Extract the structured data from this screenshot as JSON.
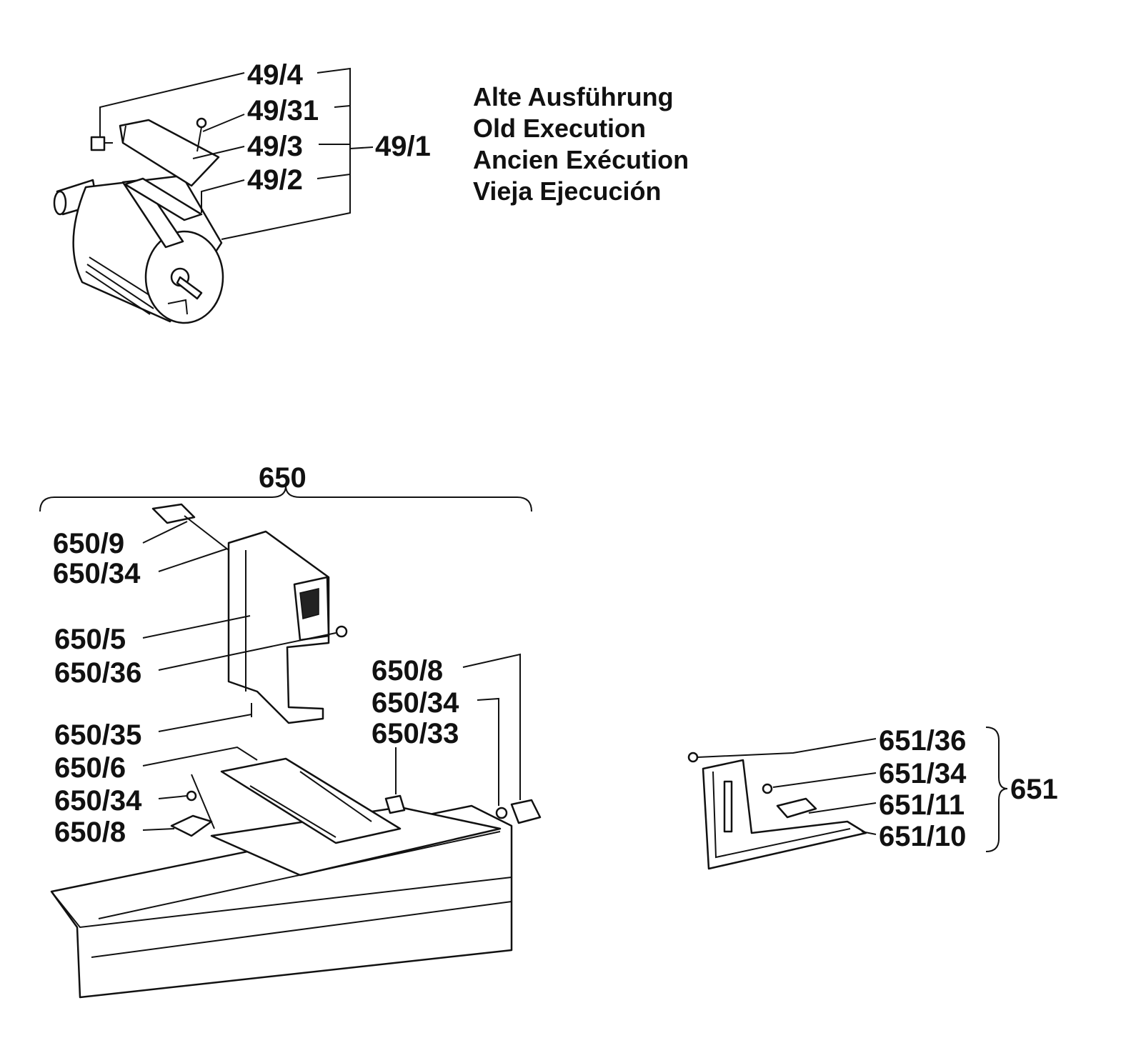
{
  "top": {
    "labels": {
      "l49_4": "49/4",
      "l49_31": "49/31",
      "l49_3": "49/3",
      "l49_2": "49/2",
      "l49_1": "49/1"
    },
    "note": [
      "Alte Ausführung",
      "Old Execution",
      "Ancien Exécution",
      "Vieja Ejecución"
    ]
  },
  "fence": {
    "group_label": "650",
    "labels": {
      "l650_9": "650/9",
      "l650_34a": "650/34",
      "l650_5": "650/5",
      "l650_36": "650/36",
      "l650_35": "650/35",
      "l650_6": "650/6",
      "l650_34b": "650/34",
      "l650_8a": "650/8",
      "l650_8b": "650/8",
      "l650_34c": "650/34",
      "l650_33": "650/33"
    }
  },
  "angle": {
    "group_label": "651",
    "labels": {
      "l651_36": "651/36",
      "l651_34": "651/34",
      "l651_11": "651/11",
      "l651_10": "651/10"
    }
  }
}
